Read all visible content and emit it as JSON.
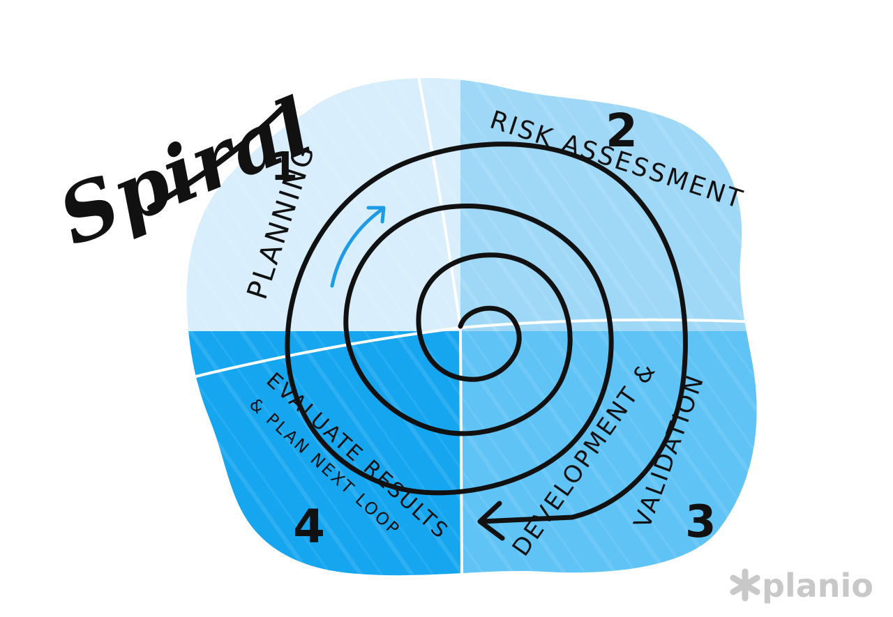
{
  "title": "Spiral",
  "quadrants": [
    {
      "number": "1",
      "label": "PLANNING",
      "color": "#d8eefc"
    },
    {
      "number": "2",
      "label": "RISK ASSESSMENT",
      "color": "#9fd8f6"
    },
    {
      "number": "3",
      "label_line1": "DEVELOPMENT &",
      "label_line2": "VALIDATION",
      "color": "#5fc3f6"
    },
    {
      "number": "4",
      "label_line1": "EVALUATE RESULTS",
      "label_line2": "& PLAN NEXT LOOP",
      "color": "#16a6f0"
    }
  ],
  "colors": {
    "spiral": "#111111",
    "direction_arrow": "#1e9be6",
    "logo": "#c8c8c8"
  },
  "logo": {
    "icon": "asterisk-icon",
    "text": "planio"
  }
}
